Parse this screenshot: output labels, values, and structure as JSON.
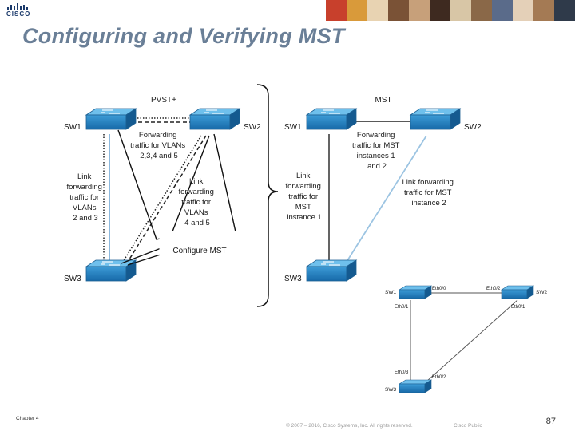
{
  "header": {
    "logo_text": "CISCO",
    "title": "Configuring and Verifying MST",
    "photo_colors": [
      "#c8402c",
      "#d99a3a",
      "#e8d3b2",
      "#7a5236",
      "#c7a07a",
      "#3e2a20",
      "#d8c6a6",
      "#8a6848",
      "#5a6b8a",
      "#e4d0b8",
      "#a47a54",
      "#2f3a4a"
    ]
  },
  "left_diagram": {
    "heading": "PVST+",
    "sw1": "SW1",
    "sw2": "SW2",
    "sw3": "SW3",
    "forwarding_lines": [
      "Forwarding",
      "traffic for VLANs",
      "2,3,4 and 5"
    ],
    "link_left_lines": [
      "Link",
      "forwarding",
      "traffic for",
      "VLANs",
      "2 and 3"
    ],
    "link_center_lines": [
      "Link",
      "forwarding",
      "traffic for",
      "VLANs",
      "4 and 5"
    ],
    "callout": "Configure MST"
  },
  "right_diagram": {
    "heading": "MST",
    "sw1": "SW1",
    "sw2": "SW2",
    "sw3": "SW3",
    "forwarding_lines": [
      "Forwarding",
      "traffic for MST",
      "instances 1",
      "and 2"
    ],
    "link_left_lines": [
      "Link",
      "forwarding",
      "traffic for",
      "MST",
      "instance 1"
    ],
    "link_right_lines": [
      "Link forwarding",
      "traffic for MST",
      "instance 2"
    ]
  },
  "small_diagram": {
    "sw1": "SW1",
    "sw2": "SW2",
    "sw3": "SW3",
    "eth0_0": "Eth0/0",
    "eth0_2_top": "Eth0/2",
    "eth0_1_left": "Eth0/1",
    "eth0_1_right": "Eth0/1",
    "eth0_3": "Eth0/3",
    "eth0_2_bottom": "Eth0/2"
  },
  "footer": {
    "chapter": "Chapter 4",
    "copyright": "© 2007 – 2016, Cisco Systems, Inc. All rights reserved.",
    "classification": "Cisco Public",
    "page": "87"
  }
}
